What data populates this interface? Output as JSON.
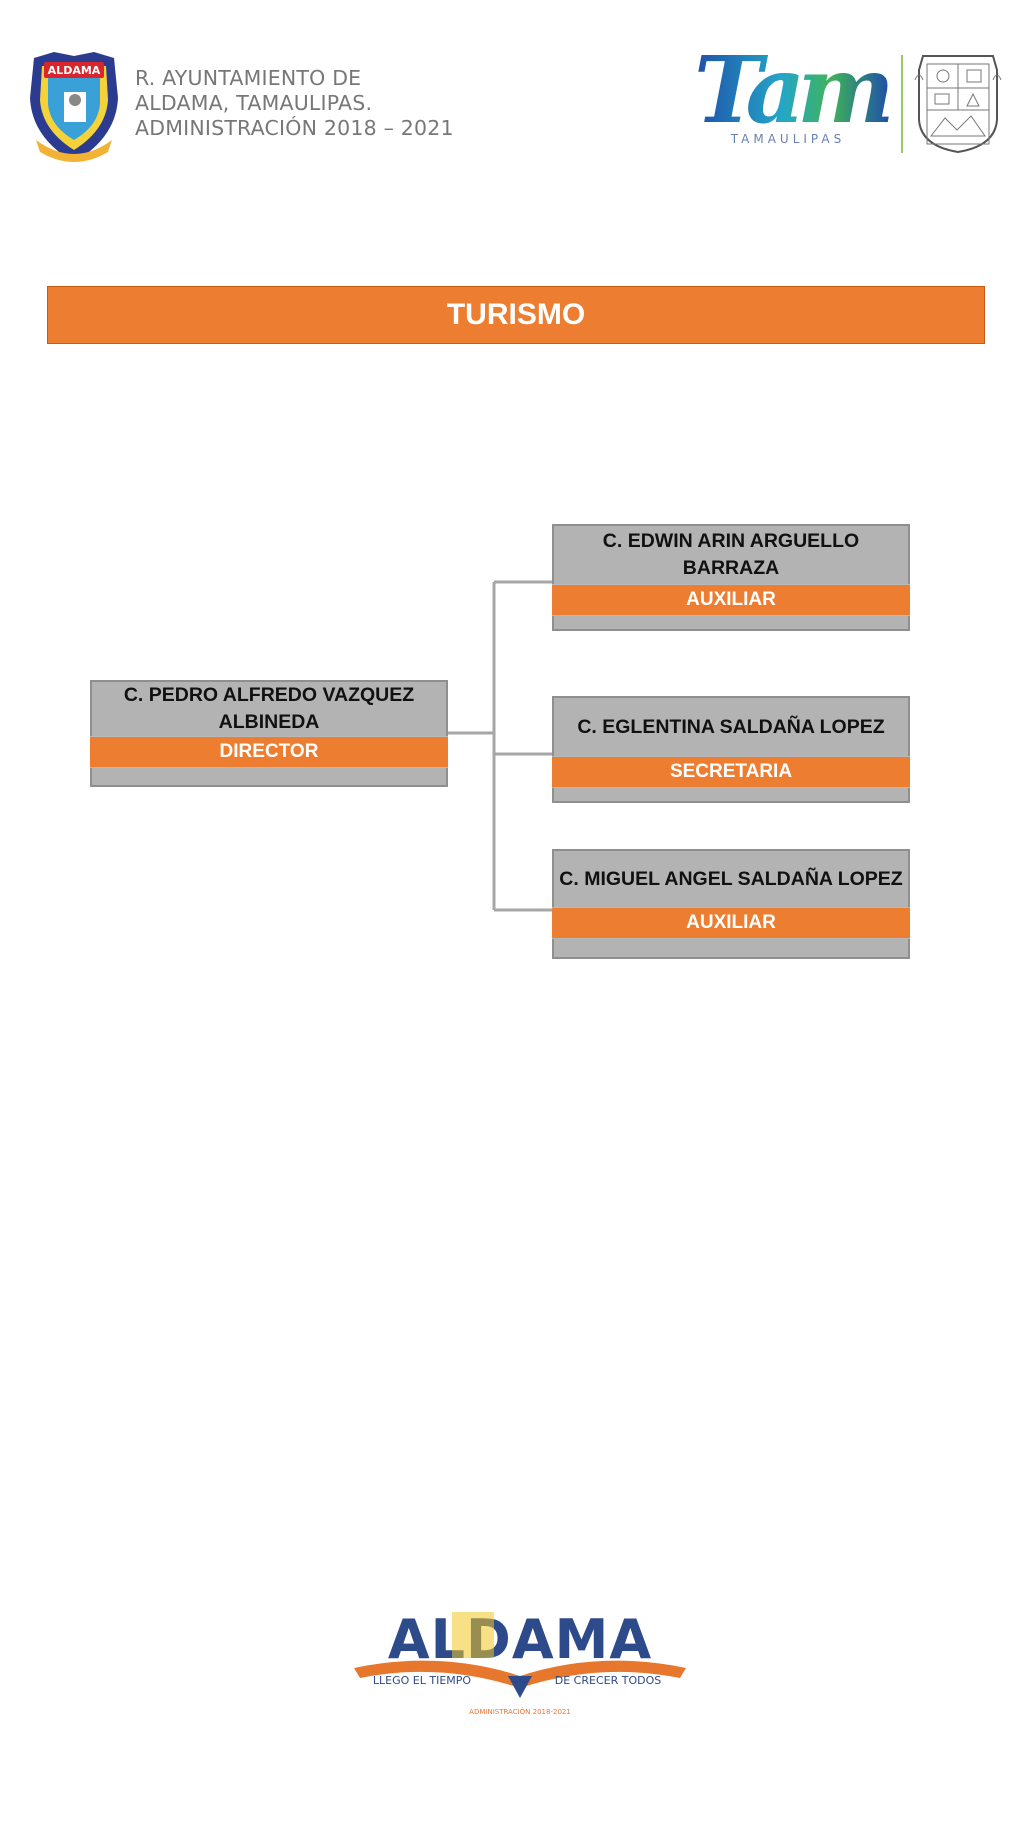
{
  "header": {
    "municipality_lines": [
      "R. AYUNTAMIENTO DE",
      "ALDAMA, TAMAULIPAS.",
      "ADMINISTRACIÓN  2018 – 2021"
    ],
    "municipality_logo_text": "ALDAMA",
    "state_logo_text": "Tam",
    "state_logo_subtext": "TAMAULIPAS"
  },
  "title": "TURISMO",
  "org_chart": {
    "root": {
      "name": "C. PEDRO ALFREDO VAZQUEZ ALBINEDA",
      "role": "DIRECTOR"
    },
    "children": [
      {
        "name": "C. EDWIN ARIN ARGUELLO BARRAZA",
        "role": "AUXILIAR"
      },
      {
        "name": "C. EGLENTINA SALDAÑA LOPEZ",
        "role": "SECRETARIA"
      },
      {
        "name": "C. MIGUEL ANGEL SALDAÑA LOPEZ",
        "role": "AUXILIAR"
      }
    ]
  },
  "footer": {
    "logo_text": "ALDAMA",
    "slogan_left": "LLEGO EL TIEMPO",
    "slogan_right": "DE CRECER TODOS",
    "admin_text": "ADMINISTRACIÓN 2018-2021"
  },
  "colors": {
    "accent": "#ed7d31",
    "card_gray": "#b3b3b3",
    "connector": "#a6a6a6"
  }
}
